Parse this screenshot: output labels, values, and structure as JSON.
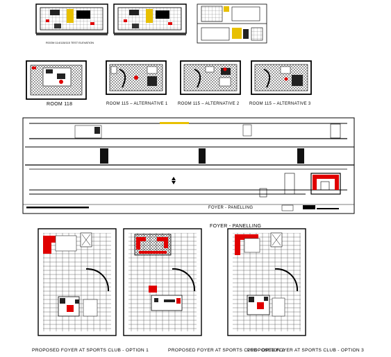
{
  "labels": {
    "room_elevation": "ROOM 114/115/115 TEST ELEVATION",
    "room_118": "ROOM 118",
    "alt1": "ROOM 115 – ALTERNATIVE 1",
    "alt2": "ROOM 115 – ALTERNATIVE 2",
    "alt3": "ROOM 115 – ALTERNATIVE 3",
    "foyer_panelling_sheet": "FOYER - PANELLING",
    "foyer_panelling_title": "FOYER - PANELLING",
    "option1": "PROPOSED FOYER AT SPORTS CLUB - OPTION 1",
    "option2": "PROPOSED FOYER AT SPORTS CLUB - OPTION 2",
    "option3": "PROPOSED FOYER AT SPORTS CLUB - OPTION 3"
  },
  "colors": {
    "line": "#000000",
    "accent_red": "#e00000",
    "accent_yellow": "#e8c000",
    "hatch": "#444444"
  }
}
